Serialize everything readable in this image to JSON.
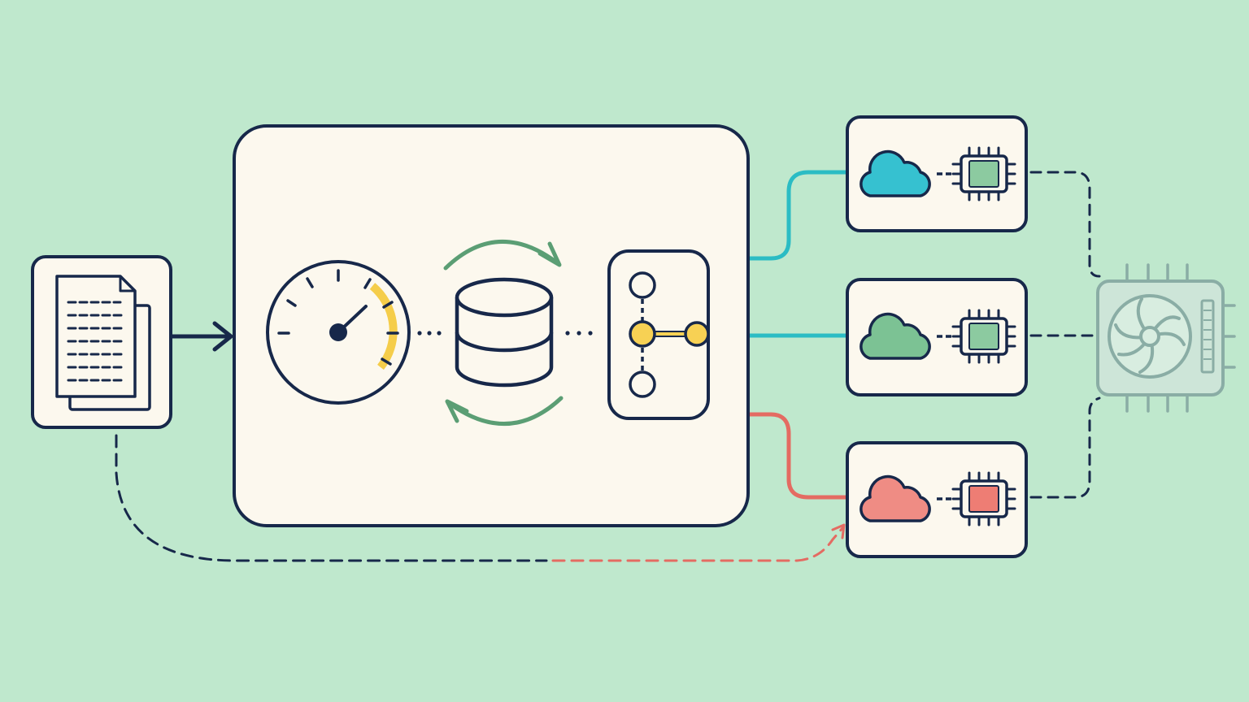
{
  "colors": {
    "background": "#bfe8cd",
    "panel_fill": "#fcf8ee",
    "outline": "#17284a",
    "teal": "#2bbcc4",
    "green": "#5b9e74",
    "green_fill": "#7cc294",
    "red": "#e46b62",
    "red_fill": "#ef8c84",
    "cloud_teal": "#36c1d0",
    "gauge_yellow": "#f5cd4a",
    "node_yellow": "#f7d154",
    "chip_green": "#8ccaa0",
    "chip_red": "#ee7d74",
    "muted_gray": "#8aa0a5"
  },
  "components": {
    "source": {
      "icon": "document-stack-icon",
      "accent": "outline"
    },
    "core_panel": {
      "icons": [
        "speedometer-gauge-icon",
        "database-icon",
        "sync-arrows-icon",
        "router-switch-icon"
      ]
    },
    "targets": [
      {
        "icon": "cloud-icon",
        "chip": "chip-icon",
        "state": "active",
        "accent": "teal"
      },
      {
        "icon": "cloud-icon",
        "chip": "chip-icon",
        "state": "active",
        "accent": "green"
      },
      {
        "icon": "cloud-icon",
        "chip": "chip-icon",
        "state": "error",
        "accent": "red"
      }
    ],
    "hardware": {
      "icon": "gpu-fan-icon",
      "state": "dimmed"
    }
  }
}
